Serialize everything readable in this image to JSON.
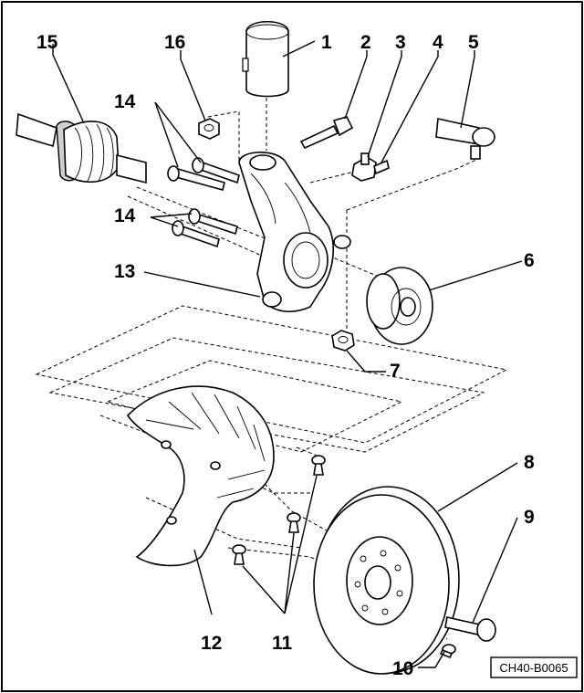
{
  "diagram": {
    "reference_code": "CH40-B0065",
    "callouts": [
      {
        "id": "1",
        "label": "1"
      },
      {
        "id": "2",
        "label": "2"
      },
      {
        "id": "3",
        "label": "3"
      },
      {
        "id": "4",
        "label": "4"
      },
      {
        "id": "5",
        "label": "5"
      },
      {
        "id": "6",
        "label": "6"
      },
      {
        "id": "7",
        "label": "7"
      },
      {
        "id": "8",
        "label": "8"
      },
      {
        "id": "9",
        "label": "9"
      },
      {
        "id": "10",
        "label": "10"
      },
      {
        "id": "11",
        "label": "11"
      },
      {
        "id": "12",
        "label": "12"
      },
      {
        "id": "13",
        "label": "13"
      },
      {
        "id": "14a",
        "label": "14"
      },
      {
        "id": "14b",
        "label": "14"
      },
      {
        "id": "15",
        "label": "15"
      },
      {
        "id": "16",
        "label": "16"
      }
    ]
  }
}
